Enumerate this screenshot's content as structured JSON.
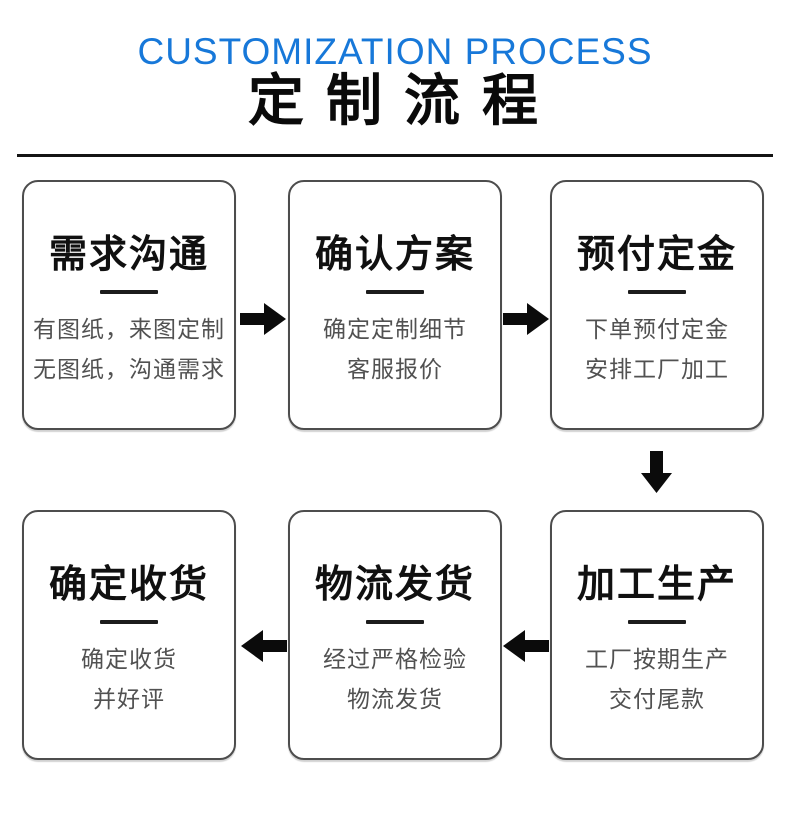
{
  "header": {
    "title_en": "CUSTOMIZATION PROCESS",
    "title_zh": "定 制 流 程"
  },
  "colors": {
    "accent_blue": "#1778d9",
    "text_dark": "#101010",
    "text_gray": "#515151",
    "border_gray": "#4d4d4d"
  },
  "icons": {
    "arrow_right": "➡",
    "arrow_left": "⬅",
    "arrow_down": "⬇"
  },
  "flow": {
    "row1": [
      {
        "title": "需求沟通",
        "lines": [
          "有图纸，来图定制",
          "无图纸，沟通需求"
        ]
      },
      {
        "title": "确认方案",
        "lines": [
          "确定定制细节",
          "客服报价"
        ]
      },
      {
        "title": "预付定金",
        "lines": [
          "下单预付定金",
          "安排工厂加工"
        ]
      }
    ],
    "row2": [
      {
        "title": "确定收货",
        "lines": [
          "确定收货",
          "并好评"
        ]
      },
      {
        "title": "物流发货",
        "lines": [
          "经过严格检验",
          "物流发货"
        ]
      },
      {
        "title": "加工生产",
        "lines": [
          "工厂按期生产",
          "交付尾款"
        ]
      }
    ]
  }
}
